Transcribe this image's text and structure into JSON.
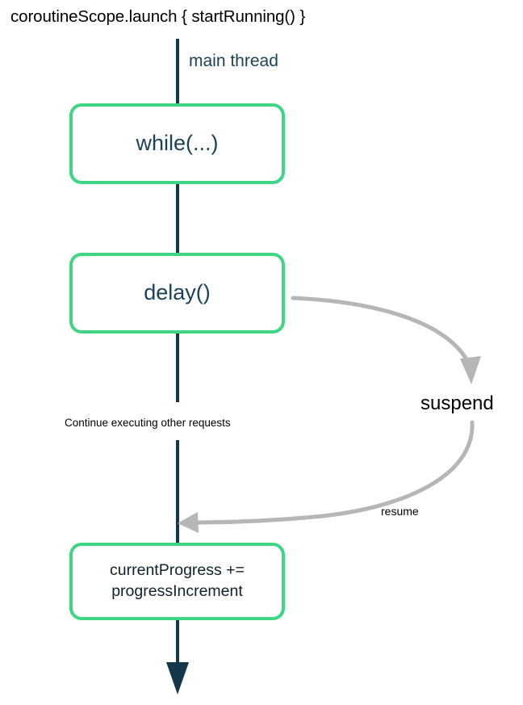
{
  "diagram": {
    "title": "coroutineScope.launch { startRunning() }",
    "lifeline_label": "main thread",
    "continue_note": "Continue executing other requests",
    "nodes": [
      {
        "id": "while",
        "label": "while(...)"
      },
      {
        "id": "delay",
        "label": "delay()"
      },
      {
        "id": "progress",
        "label": "currentProgress +=\nprogressIncrement"
      }
    ],
    "transitions": [
      {
        "id": "suspend",
        "label": "suspend",
        "from": "delay",
        "direction": "out"
      },
      {
        "id": "resume",
        "label": "resume",
        "to": "progress",
        "direction": "in"
      }
    ],
    "colors": {
      "node_border": "#3ed585",
      "lifeline": "#14384a",
      "node_text": "#1d4257",
      "curve": "#b6b6b6",
      "background": "#ffffff",
      "title_text": "#000000"
    }
  }
}
